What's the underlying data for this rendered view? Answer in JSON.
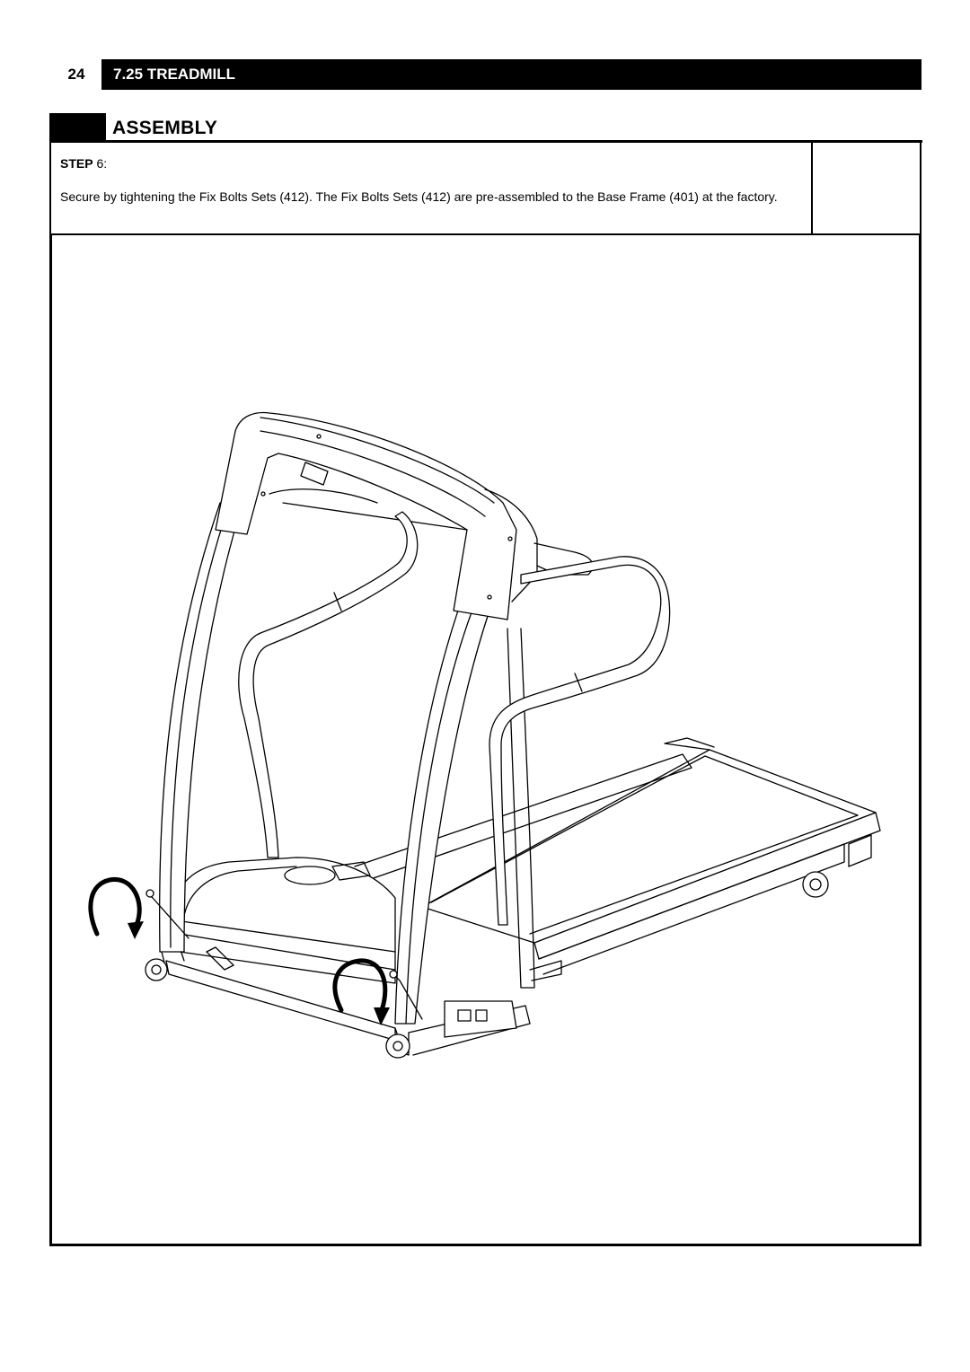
{
  "header": {
    "page_number": "24",
    "title": "7.25 TREADMILL"
  },
  "section": {
    "title": "ASSEMBLY"
  },
  "step": {
    "label": "STEP",
    "number": "6",
    "instruction": "Secure by tightening the Fix Bolts Sets (412).  The Fix Bolts Sets (412) are pre-assembled to the Base Frame (401) at the factory."
  },
  "figure": {
    "subject": "treadmill-assembly-illustration",
    "icons": [
      "rotate-arrow-icon",
      "rotate-arrow-icon"
    ]
  }
}
